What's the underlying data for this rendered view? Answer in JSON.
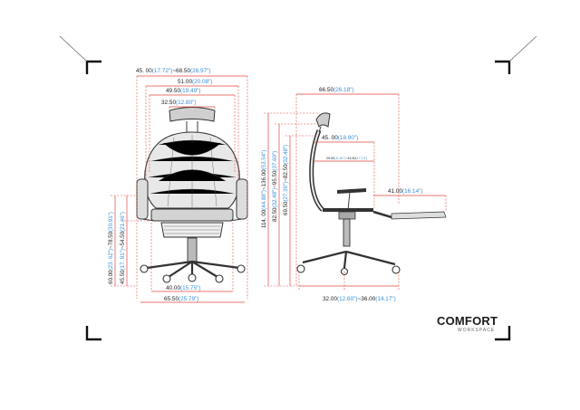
{
  "front": {
    "width_overall": {
      "cm": "45. 00",
      "in": "(17.72\")",
      "sep": "~",
      "cm2": "68.50",
      "in2": "(26.97\")"
    },
    "width_2": {
      "cm": "51.00",
      "in": "(20.08\")"
    },
    "width_3": {
      "cm": "49.50",
      "in": "(19.49\")"
    },
    "headrest_width": {
      "cm": "32.50",
      "in": "(12.80\")"
    },
    "seat_width": {
      "cm": "40.00",
      "in": "(15.75\")"
    },
    "base_width": {
      "cm": "65.50",
      "in": "(25.79\")"
    },
    "armrest_height": {
      "cm": "60.00",
      "in": "(23. 62\")",
      "sep": "~",
      "cm2": "78.50",
      "in2": "(30.91\")"
    },
    "seat_height": {
      "cm": "45.50",
      "in": "(17. 91\")",
      "sep": "~",
      "cm2": "54.50",
      "in2": "(21.46\")"
    }
  },
  "side": {
    "depth_overall": {
      "cm": "66.50",
      "in": "(26.18\")"
    },
    "seat_depth": {
      "cm": "45. 00",
      "in": "(18.90\")"
    },
    "seat_adjust": {
      "cm": "29.50",
      "in": "(11.61\")",
      "sep": "~",
      "cm2": "43.50",
      "in2": "(17.13\")"
    },
    "footrest": {
      "cm": "41.00",
      "in": "(16.14\")"
    },
    "base_depth": {
      "cm": "32.00",
      "in": "(12.60\")",
      "sep": "~",
      "cm2": "36.00",
      "in2": "(14.17\")"
    },
    "total_height": {
      "cm": "114. 00",
      "in": "(44.88\")",
      "sep": "~",
      "cm2": "136.00",
      "in2": "(53.54\")"
    },
    "back_height": {
      "cm": "82.50",
      "in": "(32.48\")",
      "sep": "~",
      "cm2": "95.50",
      "in2": "(37.60\")"
    },
    "seat_back": {
      "cm": "69.50",
      "in": "(27.36\")",
      "sep": "~",
      "cm2": "82.50",
      "in2": "(32.48\")"
    }
  },
  "brand": {
    "name": "COMFORT",
    "tagline": "WORKSPACE"
  },
  "colors": {
    "dimension_line": "#e2473c",
    "inch_text": "#3a8fd8",
    "frame": "#111111"
  }
}
